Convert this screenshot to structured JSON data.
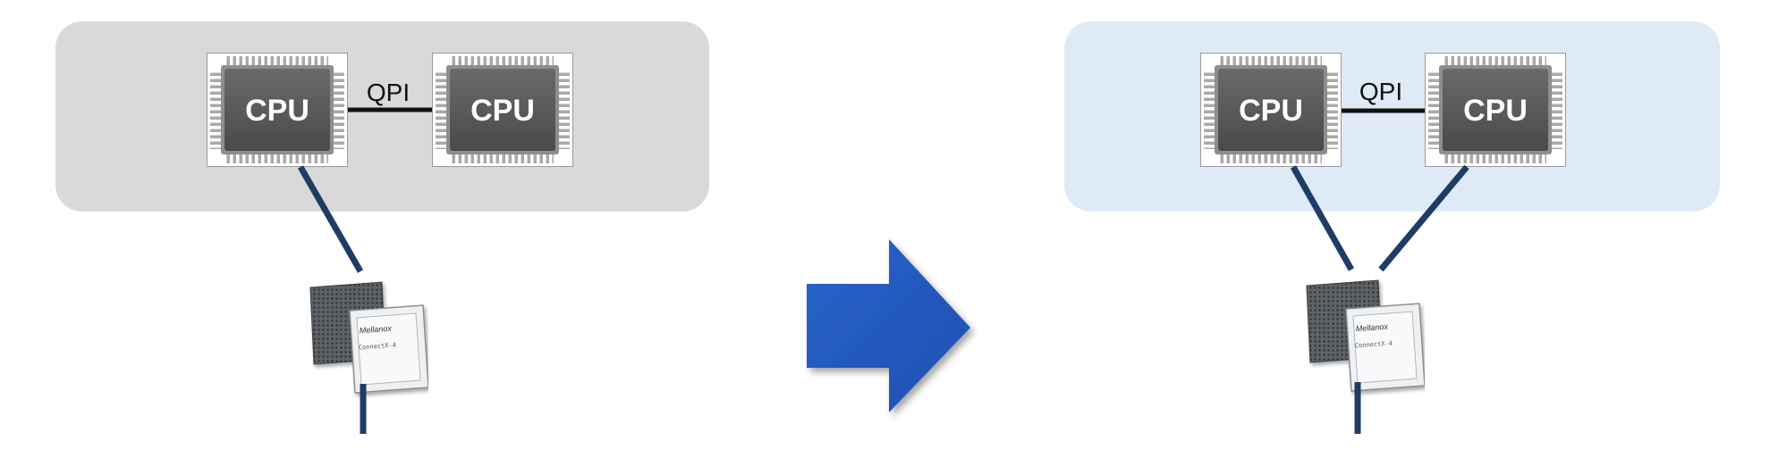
{
  "before": {
    "cpu_left": {
      "label": "CPU"
    },
    "cpu_right": {
      "label": "CPU"
    },
    "interconnect": {
      "label": "QPI"
    },
    "adapter": {
      "brand": "Mellanox",
      "model": "ConnectX-4"
    }
  },
  "after": {
    "cpu_left": {
      "label": "CPU"
    },
    "cpu_right": {
      "label": "CPU"
    },
    "interconnect": {
      "label": "QPI"
    },
    "adapter": {
      "brand": "Mellanox",
      "model": "ConnectX-4"
    }
  },
  "colors": {
    "before_panel": "#d9d9d9",
    "after_panel": "#deeaf6",
    "cpu_die": "#5a5a5a",
    "link": "#1f3c66",
    "arrow": "#2158c0"
  }
}
